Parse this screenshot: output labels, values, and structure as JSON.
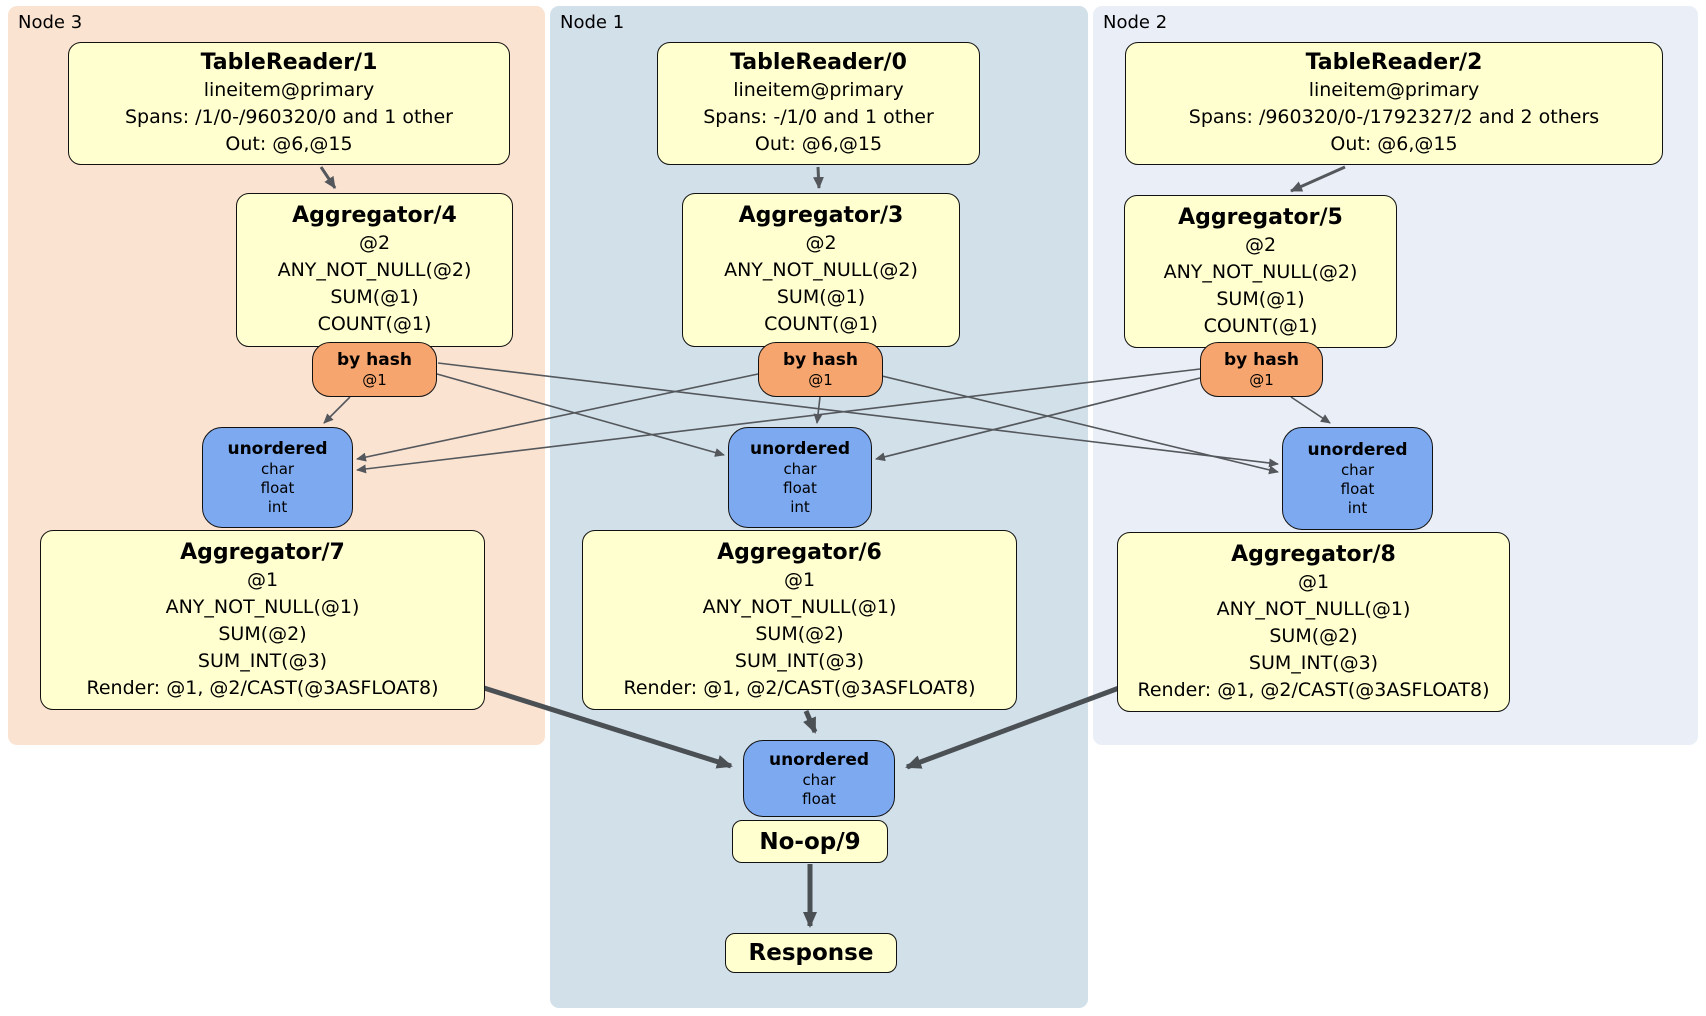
{
  "colors": {
    "processor_fill": "#FFFFCF",
    "router_fill": "#F6A56F",
    "sync_fill": "#7CA9F0",
    "panel_node3": "#FBE3D2",
    "panel_node1": "#D2E0EA",
    "panel_node2": "#EAEEF6",
    "edge_color": "#54585C",
    "thick_edge_color": "#4B5054"
  },
  "panels": {
    "node3": {
      "label": "Node 3"
    },
    "node1": {
      "label": "Node 1"
    },
    "node2": {
      "label": "Node 2"
    }
  },
  "processors": {
    "tr1": {
      "title": "TableReader/1",
      "lines": [
        "lineitem@primary",
        "Spans: /1/0-/960320/0 and 1 other",
        "Out: @6,@15"
      ]
    },
    "tr0": {
      "title": "TableReader/0",
      "lines": [
        "lineitem@primary",
        "Spans: -/1/0 and 1 other",
        "Out: @6,@15"
      ]
    },
    "tr2": {
      "title": "TableReader/2",
      "lines": [
        "lineitem@primary",
        "Spans: /960320/0-/1792327/2 and 2 others",
        "Out: @6,@15"
      ]
    },
    "agg4": {
      "title": "Aggregator/4",
      "lines": [
        "@2",
        "ANY_NOT_NULL(@2)",
        "SUM(@1)",
        "COUNT(@1)"
      ]
    },
    "agg3": {
      "title": "Aggregator/3",
      "lines": [
        "@2",
        "ANY_NOT_NULL(@2)",
        "SUM(@1)",
        "COUNT(@1)"
      ]
    },
    "agg5": {
      "title": "Aggregator/5",
      "lines": [
        "@2",
        "ANY_NOT_NULL(@2)",
        "SUM(@1)",
        "COUNT(@1)"
      ]
    },
    "agg7": {
      "title": "Aggregator/7",
      "lines": [
        "@1",
        "ANY_NOT_NULL(@1)",
        "SUM(@2)",
        "SUM_INT(@3)",
        "Render: @1, @2/CAST(@3ASFLOAT8)"
      ]
    },
    "agg6": {
      "title": "Aggregator/6",
      "lines": [
        "@1",
        "ANY_NOT_NULL(@1)",
        "SUM(@2)",
        "SUM_INT(@3)",
        "Render: @1, @2/CAST(@3ASFLOAT8)"
      ]
    },
    "agg8": {
      "title": "Aggregator/8",
      "lines": [
        "@1",
        "ANY_NOT_NULL(@1)",
        "SUM(@2)",
        "SUM_INT(@3)",
        "Render: @1, @2/CAST(@3ASFLOAT8)"
      ]
    },
    "noop": {
      "title": "No-op/9"
    },
    "response": {
      "title": "Response"
    }
  },
  "routers": {
    "left": {
      "title": "by hash",
      "detail": "@1"
    },
    "middle": {
      "title": "by hash",
      "detail": "@1"
    },
    "right": {
      "title": "by hash",
      "detail": "@1"
    }
  },
  "syncs": {
    "left": {
      "title": "unordered",
      "lines": [
        "char",
        "float",
        "int"
      ]
    },
    "middle": {
      "title": "unordered",
      "lines": [
        "char",
        "float",
        "int"
      ]
    },
    "right": {
      "title": "unordered",
      "lines": [
        "char",
        "float",
        "int"
      ]
    },
    "final": {
      "title": "unordered",
      "lines": [
        "char",
        "float"
      ]
    }
  }
}
